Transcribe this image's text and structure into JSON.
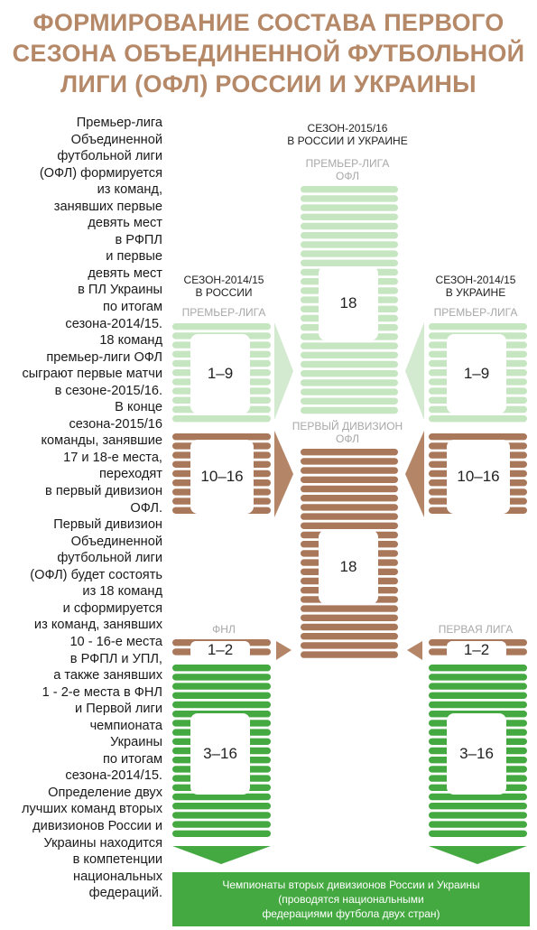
{
  "title": {
    "line1": "ФОРМИРОВАНИЕ СОСТАВА ПЕРВОГО",
    "line2": "СЕЗОНА ОБЪЕДИНЕННОЙ ФУТБОЛЬНОЙ",
    "line3": "ЛИГИ (ОФЛ) РОССИИ И УКРАИНЫ"
  },
  "side_text": [
    "Премьер-лига",
    "Объединенной",
    "футбольной лиги",
    "(ОФЛ) формируется",
    "из команд,",
    "занявших первые",
    "девять мест",
    "в РФПЛ",
    "и первые",
    "девять мест",
    "в ПЛ Украины",
    "по итогам",
    "сезона-2014/15.",
    "18 команд",
    "премьер-лиги ОФЛ",
    "сыграют первые матчи",
    "в сезоне-2015/16.",
    "В конце",
    "сезона-2015/16",
    "команды, занявшие",
    "17 и 18-е места,",
    "переходят",
    "в первый дивизион",
    "ОФЛ.",
    "Первый дивизион",
    "Объединенной",
    "футбольной лиги",
    "(ОФЛ) будет состоять",
    "из 18 команд",
    "и сформируется",
    "из команд, занявших",
    "10 - 16-е места",
    "в РФПЛ и УПЛ,",
    "а также занявших",
    "1 - 2-е места в ФНЛ",
    "и Первой лиги",
    "чемпионата",
    "Украины",
    "по итогам",
    "сезона-2014/15.",
    "Определение двух",
    "лучших команд вторых",
    "дивизионов России и",
    "Украины находится",
    "в компетенции",
    "национальных",
    "федераций."
  ],
  "center": {
    "season_line1": "СЕЗОН-2015/16",
    "season_line2": "В РОССИИ И УКРАИНЕ",
    "premier_line1": "ПРЕМЬЕР-ЛИГА",
    "premier_line2": "ОФЛ",
    "premier_count": "18",
    "first_div_line1": "ПЕРВЫЙ ДИВИЗИОН",
    "first_div_line2": "ОФЛ",
    "first_div_count": "18"
  },
  "left": {
    "season_line1": "СЕЗОН-2014/15",
    "season_line2": "В РОССИИ",
    "premier_label": "ПРЕМЬЕР-ЛИГА",
    "top_range": "1–9",
    "mid_range": "10–16",
    "second_label": "ФНЛ",
    "promo_range": "1–2",
    "rest_range": "3–16"
  },
  "right": {
    "season_line1": "СЕЗОН-2014/15",
    "season_line2": "В УКРАИНЕ",
    "premier_label": "ПРЕМЬЕР-ЛИГА",
    "top_range": "1–9",
    "mid_range": "10–16",
    "second_label": "ПЕРВАЯ ЛИГА",
    "promo_range": "1–2",
    "rest_range": "3–16"
  },
  "footer": {
    "line1": "Чемпионаты вторых дивизионов России и Украины",
    "line2": "(проводятся национальными",
    "line3": "федерациями футбола двух стран)"
  },
  "colors": {
    "title": "#b58868",
    "light_green": "#c6e5c1",
    "brown": "#a9785b",
    "green": "#45a941",
    "arrow_light_green": "#d3ead0",
    "arrow_brown": "#b48567"
  }
}
